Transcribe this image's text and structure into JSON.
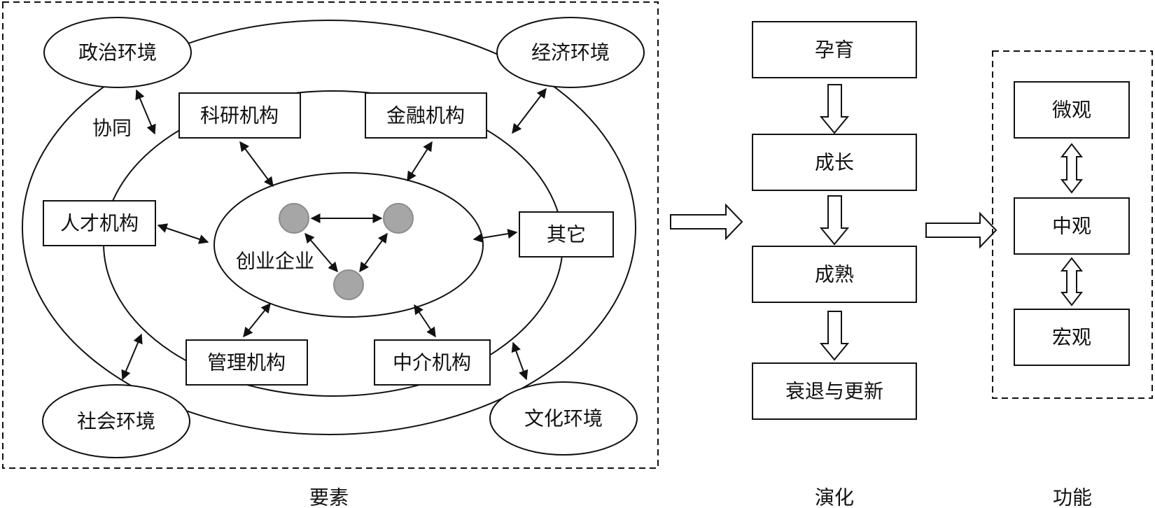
{
  "elements": {
    "environments": {
      "political": "政治环境",
      "economic": "经济环境",
      "social": "社会环境",
      "cultural": "文化环境"
    },
    "institutions": {
      "research": "科研机构",
      "finance": "金融机构",
      "talent": "人才机构",
      "other": "其它",
      "management": "管理机构",
      "intermediary": "中介机构"
    },
    "core": "创业企业",
    "synergy_label": "协同",
    "caption": "要素"
  },
  "evolution": {
    "stages": [
      "孕育",
      "成长",
      "成熟",
      "衰退与更新"
    ],
    "caption": "演化"
  },
  "function": {
    "levels": [
      "微观",
      "中观",
      "宏观"
    ],
    "caption": "功能"
  },
  "colors": {
    "stroke": "#111111",
    "node_fill": "#a6a6a6",
    "node_stroke": "#8c8c8c"
  }
}
